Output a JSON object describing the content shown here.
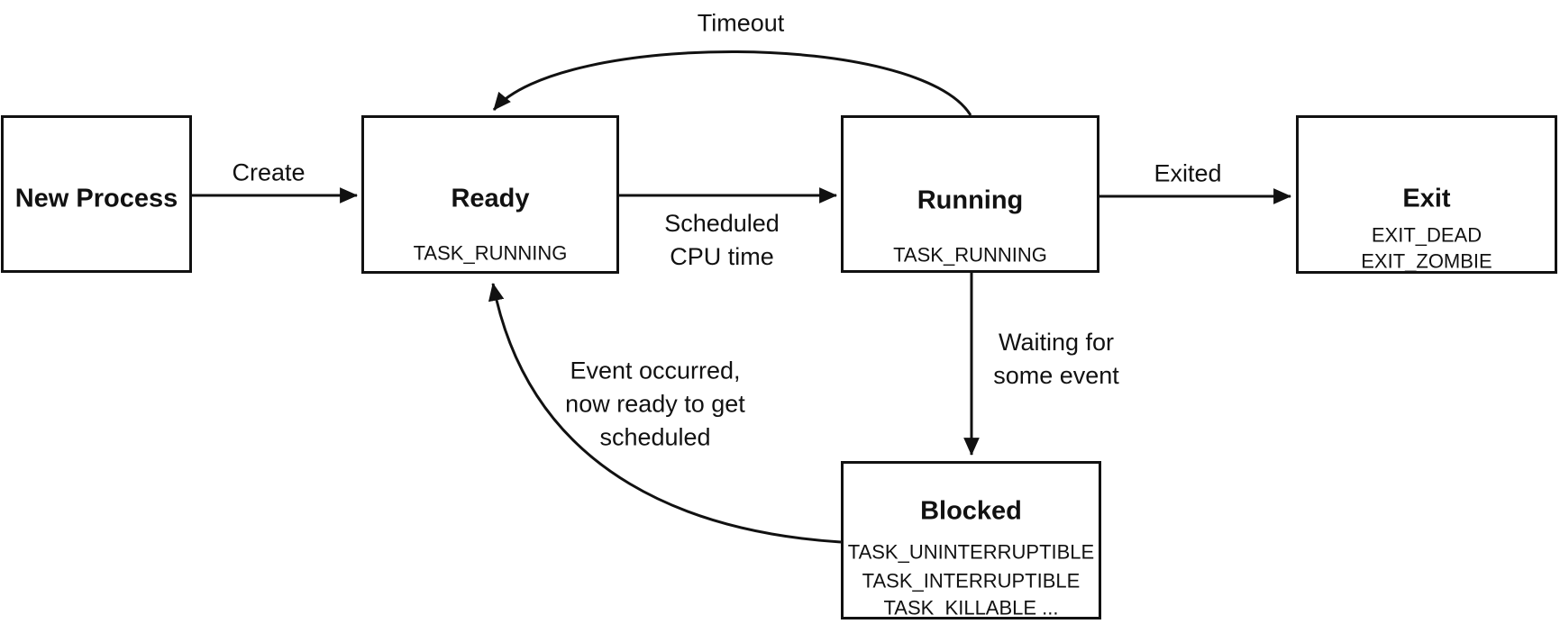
{
  "nodes": {
    "new_process": {
      "title": "New Process",
      "tags": []
    },
    "ready": {
      "title": "Ready",
      "tags": [
        "TASK_RUNNING"
      ]
    },
    "running": {
      "title": "Running",
      "tags": [
        "TASK_RUNNING"
      ]
    },
    "exit": {
      "title": "Exit",
      "tags": [
        "EXIT_DEAD",
        "EXIT_ZOMBIE"
      ]
    },
    "blocked": {
      "title": "Blocked",
      "tags": [
        "TASK_UNINTERRUPTIBLE",
        "TASK_INTERRUPTIBLE",
        "TASK_KILLABLE ..."
      ]
    }
  },
  "edges": {
    "create": {
      "label": "Create"
    },
    "scheduled_cpu_time": {
      "lines": [
        "Scheduled",
        "CPU time"
      ]
    },
    "timeout": {
      "label": "Timeout"
    },
    "exited": {
      "label": "Exited"
    },
    "waiting_for_event": {
      "lines": [
        "Waiting for",
        "some event"
      ]
    },
    "event_occurred": {
      "lines": [
        "Event occurred,",
        "now ready to get",
        "scheduled"
      ]
    }
  },
  "colors": {
    "ink": "#111111",
    "background": "#ffffff"
  }
}
